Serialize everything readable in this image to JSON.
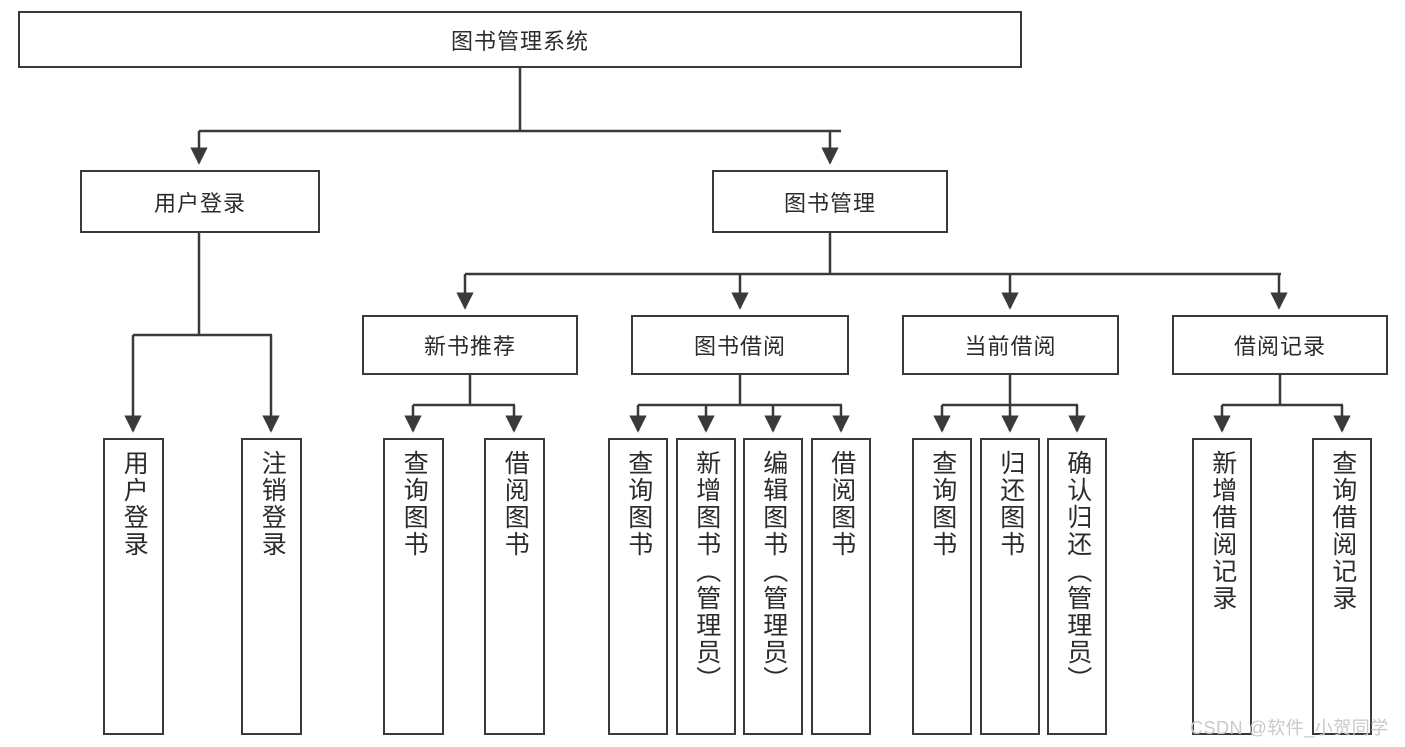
{
  "diagram": {
    "type": "hierarchy-tree",
    "title": "图书管理系统",
    "root": {
      "id": "root",
      "label": "图书管理系统"
    },
    "level1": [
      {
        "id": "user-login",
        "label": "用户登录"
      },
      {
        "id": "book-manage",
        "label": "图书管理"
      }
    ],
    "level2": [
      {
        "id": "new-book-recommend",
        "label": "新书推荐",
        "parent": "book-manage"
      },
      {
        "id": "book-borrow",
        "label": "图书借阅",
        "parent": "book-manage"
      },
      {
        "id": "current-borrow",
        "label": "当前借阅",
        "parent": "book-manage"
      },
      {
        "id": "borrow-record",
        "label": "借阅记录",
        "parent": "book-manage"
      }
    ],
    "leaves": [
      {
        "id": "leaf-user-login",
        "label": "用户登录",
        "parent": "user-login"
      },
      {
        "id": "leaf-logout-login",
        "label": "注销登录",
        "parent": "user-login"
      },
      {
        "id": "leaf-query-book-1",
        "label": "查询图书",
        "parent": "new-book-recommend"
      },
      {
        "id": "leaf-borrow-book-1",
        "label": "借阅图书",
        "parent": "new-book-recommend"
      },
      {
        "id": "leaf-query-book-2",
        "label": "查询图书",
        "parent": "book-borrow"
      },
      {
        "id": "leaf-add-book",
        "label": "新增图书（管理员）",
        "parent": "book-borrow"
      },
      {
        "id": "leaf-edit-book",
        "label": "编辑图书（管理员）",
        "parent": "book-borrow"
      },
      {
        "id": "leaf-borrow-book-2",
        "label": "借阅图书",
        "parent": "book-borrow"
      },
      {
        "id": "leaf-query-book-3",
        "label": "查询图书",
        "parent": "current-borrow"
      },
      {
        "id": "leaf-return-book",
        "label": "归还图书",
        "parent": "current-borrow"
      },
      {
        "id": "leaf-confirm-return",
        "label": "确认归还（管理员）",
        "parent": "current-borrow"
      },
      {
        "id": "leaf-add-record",
        "label": "新增借阅记录",
        "parent": "borrow-record"
      },
      {
        "id": "leaf-query-record",
        "label": "查询借阅记录",
        "parent": "borrow-record"
      }
    ],
    "colors": {
      "stroke": "#3a3a3a",
      "fill": "#ffffff",
      "text": "#2b2b2b",
      "watermark": "#c9c9c9"
    }
  },
  "watermark": {
    "text": "CSDN @软件_小贺同学"
  }
}
